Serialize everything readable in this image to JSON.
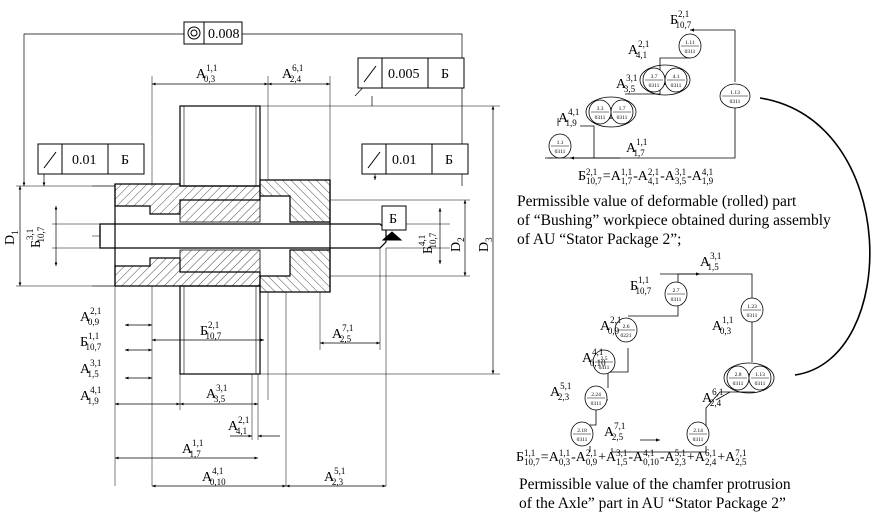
{
  "left_drawing": {
    "tolerance_frames": [
      {
        "symbol": "concentricity",
        "value": "0.008",
        "datum": ""
      },
      {
        "symbol": "runout-arrow",
        "value": "0.005",
        "datum": "Б"
      },
      {
        "symbol": "runout-arrow",
        "value": "0.01",
        "datum": "Б"
      },
      {
        "symbol": "runout-arrow",
        "value": "0.01",
        "datum": "Б"
      }
    ],
    "datum_label": "Б",
    "diameters": {
      "d1": "D",
      "d1_sub": "1",
      "d2": "D",
      "d2_sub": "2",
      "d3": "D",
      "d3_sub": "3"
    },
    "dims": {
      "a03": {
        "b": "A",
        "sub": "0,3",
        "sup": "1,1"
      },
      "a24": {
        "b": "A",
        "sub": "2,4",
        "sup": "6,1"
      },
      "b107_left": {
        "b": "Б",
        "sub": "10,7",
        "sup": "3,1"
      },
      "b107_right": {
        "b": "Б",
        "sub": "10,7",
        "sup": "4,1"
      },
      "b107_mid": {
        "b": "Б",
        "sub": "10,7",
        "sup": "2,1"
      },
      "a09": {
        "b": "A",
        "sub": "0,9",
        "sup": "2,1"
      },
      "b107_low": {
        "b": "Б",
        "sub": "10,7",
        "sup": "1,1"
      },
      "a15": {
        "b": "A",
        "sub": "1,5",
        "sup": "3,1"
      },
      "a19": {
        "b": "A",
        "sub": "1,9",
        "sup": "4,1"
      },
      "a25": {
        "b": "A",
        "sub": "2,5",
        "sup": "7,1"
      },
      "a35": {
        "b": "A",
        "sub": "3,5",
        "sup": "3,1"
      },
      "a41": {
        "b": "A",
        "sub": "4,1",
        "sup": "2,1"
      },
      "a17": {
        "b": "A",
        "sub": "1,7",
        "sup": "1,1"
      },
      "a010": {
        "b": "A",
        "sub": "0,10",
        "sup": "4,1"
      },
      "a23": {
        "b": "A",
        "sub": "2,3",
        "sup": "5,1"
      }
    }
  },
  "chain_top": {
    "labels": {
      "b107": {
        "b": "Б",
        "sub": "10,7",
        "sup": "2,1"
      },
      "a41": {
        "b": "A",
        "sub": "4,1",
        "sup": "2,1"
      },
      "a35": {
        "b": "A",
        "sub": "3,5",
        "sup": "3,1"
      },
      "a19": {
        "b": "A",
        "sub": "1,9",
        "sup": "4,1"
      },
      "a17": {
        "b": "A",
        "sub": "1,7",
        "sup": "1,1"
      }
    },
    "nodes": [
      {
        "top": "1.11",
        "bot": "0311"
      },
      {
        "top": "3.7",
        "bot": "0311"
      },
      {
        "top": "4.1",
        "bot": "0311"
      },
      {
        "top": "3.3",
        "bot": "0311"
      },
      {
        "top": "1.7",
        "bot": "0311"
      },
      {
        "top": "1.13",
        "bot": "0311"
      },
      {
        "top": "1.1",
        "bot": "0311"
      }
    ],
    "equation": "Б^{2,1}_{10,7}=A^{1,1}_{1,7}-A^{2,1}_{4,1}-A^{3,1}_{3,5}-A^{4,1}_{1,9}",
    "caption": [
      "Permissible value of deformable (rolled) part",
      "of “Bushing” workpiece obtained during assembly",
      "of AU “Stator Package 2”;"
    ]
  },
  "chain_bottom": {
    "labels": {
      "a15": {
        "b": "A",
        "sub": "1,5",
        "sup": "3,1"
      },
      "b107": {
        "b": "Б",
        "sub": "10,7",
        "sup": "1,1"
      },
      "a09": {
        "b": "A",
        "sub": "0,9",
        "sup": "2,1"
      },
      "a03": {
        "b": "A",
        "sub": "0,3",
        "sup": "1,1"
      },
      "a010": {
        "b": "A",
        "sub": "0,10",
        "sup": "4,1"
      },
      "a23": {
        "b": "A",
        "sub": "2,3",
        "sup": "5,1"
      },
      "a24": {
        "b": "A",
        "sub": "2,4",
        "sup": "6,1"
      },
      "a25": {
        "b": "A",
        "sub": "2,5",
        "sup": "7,1"
      }
    },
    "nodes": [
      {
        "top": "2.7",
        "bot": "0311"
      },
      {
        "top": "1.23",
        "bot": "0311"
      },
      {
        "top": "2.6",
        "bot": "0221"
      },
      {
        "top": "2.5",
        "bot": "0411"
      },
      {
        "top": "2.24",
        "bot": "0311"
      },
      {
        "top": "2.8",
        "bot": "0311"
      },
      {
        "top": "1.13",
        "bot": "0311"
      },
      {
        "top": "2.18",
        "bot": "0311"
      },
      {
        "top": "2.14",
        "bot": "0311"
      }
    ],
    "equation": "Б^{1,1}_{10,7}=A^{1,1}_{0,3}-A^{2,1}_{0,9}+A^{3,1}_{1,5}-A^{4,1}_{0,10}-A^{5,1}_{2,3}+A^{6,1}_{2,4}+A^{7,1}_{2,5}",
    "caption": [
      "Permissible value of the chamfer protrusion",
      "of the Axle” part in AU “Stator Package 2”"
    ]
  }
}
